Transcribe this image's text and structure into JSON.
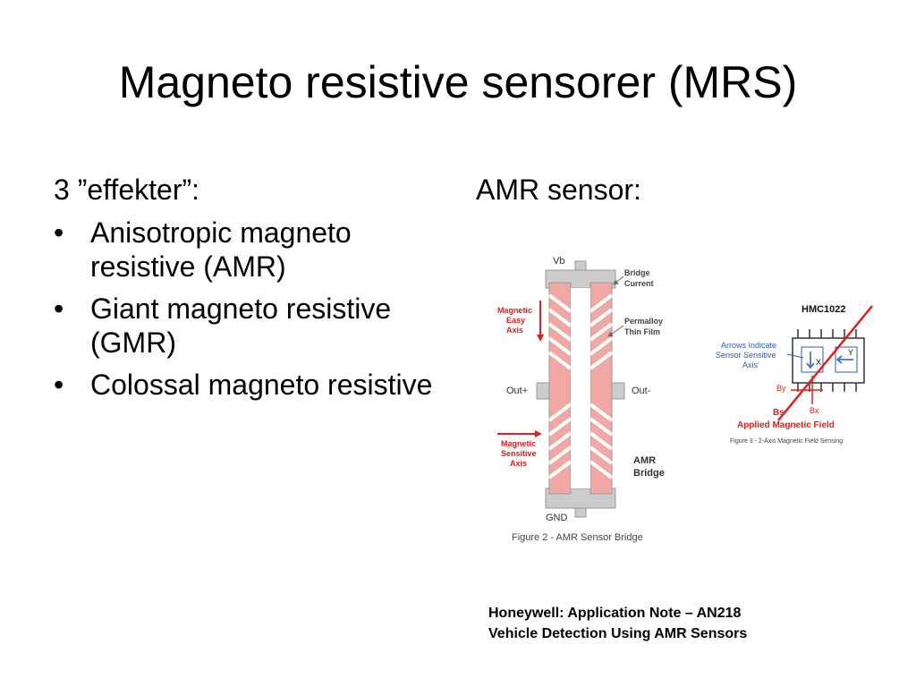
{
  "slide": {
    "title": "Magneto resistive sensorer (MRS)"
  },
  "left": {
    "intro": "3 ”effekter”:",
    "bullet_symbol": "•",
    "bullets": [
      "Anisotropic magneto resistive (AMR)",
      "Giant magneto resistive (GMR)",
      "Colossal magneto resistive"
    ]
  },
  "right": {
    "heading": "AMR sensor:"
  },
  "figure2": {
    "vb": "Vb",
    "gnd": "GND",
    "out_plus": "Out+",
    "out_minus": "Out-",
    "bridge_current_1": "Bridge",
    "bridge_current_2": "Current",
    "permalloy_1": "Permalloy",
    "permalloy_2": "Thin Film",
    "easy_axis_1": "Magnetic",
    "easy_axis_2": "Easy",
    "easy_axis_3": "Axis",
    "sensitive_axis_1": "Magnetic",
    "sensitive_axis_2": "Sensitive",
    "sensitive_axis_3": "Axis",
    "amr_bridge_1": "AMR",
    "amr_bridge_2": "Bridge",
    "caption": "Figure 2 - AMR Sensor Bridge"
  },
  "figure3": {
    "chip_name": "HMC1022",
    "arrows_note_1": "Arrows Indicate",
    "arrows_note_2": "Sensor Sensitive",
    "arrows_note_3": "Axis'",
    "axis_x": "X",
    "axis_y": "Y",
    "by": "By",
    "bs": "Bs",
    "bx": "Bx",
    "applied_field": "Applied Magnetic Field",
    "caption": "Figure 3 - 2-Axis Magnetic Field Sensing"
  },
  "citation": {
    "line1": "Honeywell: Application Note – AN218",
    "line2": "Vehicle Detection Using AMR Sensors"
  },
  "colors": {
    "arrow_red": "#e0201c",
    "strip_pink": "#f0a8a4",
    "pad_gray": "#cccccc",
    "label_blue": "#2a5bb0"
  }
}
